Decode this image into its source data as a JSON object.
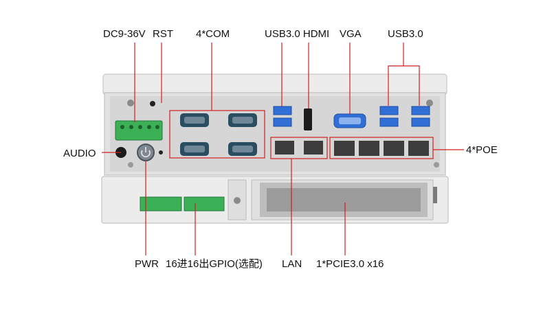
{
  "labels": {
    "dc": "DC9-36V",
    "rst": "RST",
    "com": "4*COM",
    "usb_hdmi": "USB3.0 HDMI",
    "vga": "VGA",
    "usb_right": "USB3.0",
    "audio": "AUDIO",
    "poe": "4*POE",
    "pwr": "PWR",
    "gpio": "16进16出GPIO(选配)",
    "lan": "LAN",
    "pcie": "1*PCIE3.0 x16"
  },
  "colors": {
    "callout": "#d21f1f",
    "chassis": "#d9d9d9",
    "terminal_green": "#3cb054",
    "usb_blue": "#2f6fd6",
    "com_body": "#2b4d62"
  }
}
